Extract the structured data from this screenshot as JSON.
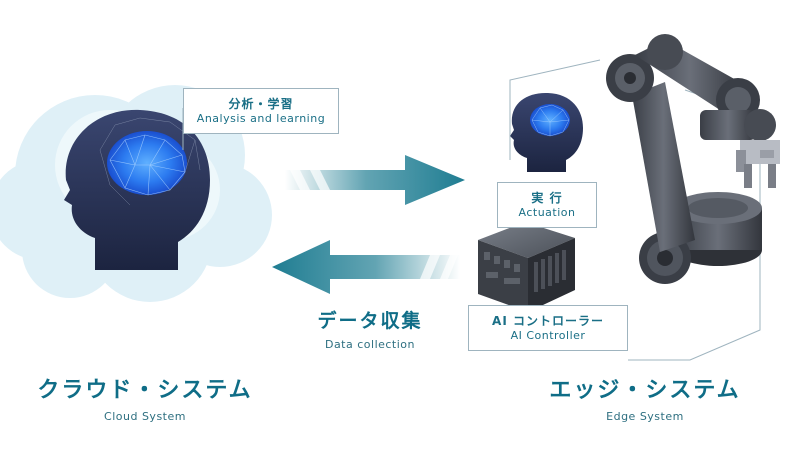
{
  "cloud": {
    "jp": "クラウド・システム",
    "en": "Cloud System",
    "callout_jp": "分析・学習",
    "callout_en": "Analysis and learning"
  },
  "edge": {
    "jp": "エッジ・システム",
    "en": "Edge System",
    "actuation_jp": "実 行",
    "actuation_en": "Actuation",
    "controller_jp": "AI コントローラー",
    "controller_en": "AI Controller"
  },
  "flow": {
    "jp": "データ収集",
    "en": "Data collection"
  },
  "colors": {
    "accent": "#0f6d87",
    "arrow": "#1f7d92",
    "brain": "#2c7bf0",
    "head": "#2a3557",
    "cloud_fill": "#dff0f7",
    "robot": "#4a4e57"
  }
}
